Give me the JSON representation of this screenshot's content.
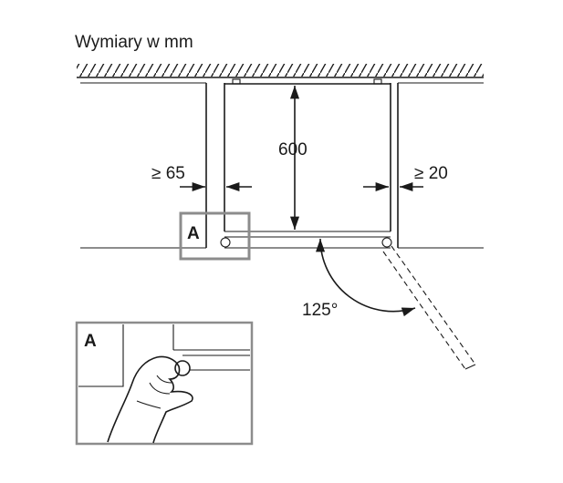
{
  "title": "Wymiary w mm",
  "dimensions": {
    "depth": "600",
    "left_gap": "≥ 65",
    "right_gap": "≥ 20",
    "door_angle": "125°"
  },
  "labels": {
    "marker": "A",
    "detail": "A"
  }
}
